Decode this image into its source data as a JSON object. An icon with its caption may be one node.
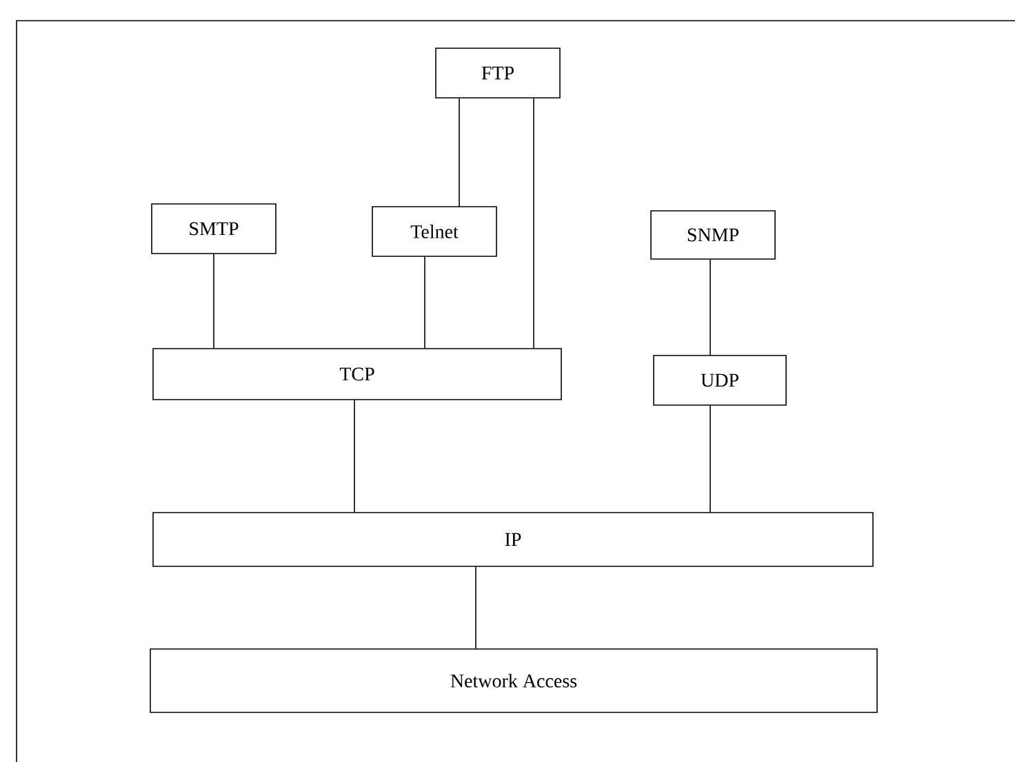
{
  "diagram": {
    "nodes": [
      {
        "text": [
          "FTP"
        ]
      },
      {
        "text": [
          "SMTP"
        ]
      },
      {
        "text": [
          "Telnet"
        ]
      },
      {
        "text": [
          "SNMP"
        ]
      },
      {
        "text": [
          "TCP"
        ]
      },
      {
        "text": [
          "UDP"
        ]
      },
      {
        "text": [
          "IP"
        ]
      },
      {
        "text": [
          "Network Access"
        ]
      }
    ],
    "edges": [
      {
        "from": 0,
        "to": 2,
        "arrow": "none"
      },
      {
        "from": 0,
        "to": 4,
        "arrow": "none"
      },
      {
        "from": 1,
        "to": 4,
        "arrow": "none"
      },
      {
        "from": 2,
        "to": 4,
        "arrow": "none"
      },
      {
        "from": 3,
        "to": 5,
        "arrow": "none"
      },
      {
        "from": 4,
        "to": 6,
        "arrow": "none"
      },
      {
        "from": 5,
        "to": 6,
        "arrow": "none"
      },
      {
        "from": 6,
        "to": 7,
        "arrow": "none"
      }
    ]
  }
}
